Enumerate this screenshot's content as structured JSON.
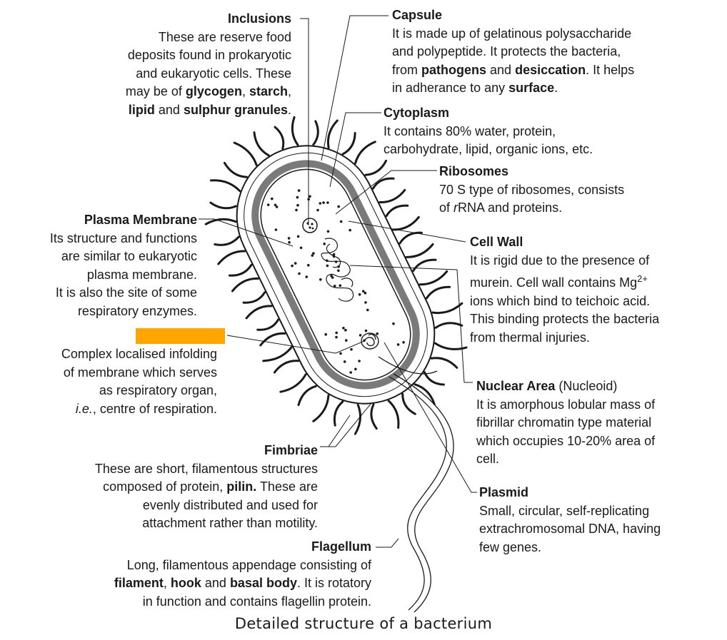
{
  "caption": "Detailed structure of a bacterium",
  "colors": {
    "hidden_label_box": "#FFA500",
    "ink": "#1a1a1a",
    "cell_wall": "#7a7a7a"
  },
  "labels": {
    "inclusions": {
      "title": "Inclusions",
      "line1": "These are reserve food",
      "line2": "deposits found in prokaryotic",
      "line3": "and eukaryotic cells. These",
      "line4_a": "may be of ",
      "line4_b1": "glycogen",
      "line4_c": ", ",
      "line4_b2": "starch",
      "line4_d": ",",
      "line5_b1": "lipid",
      "line5_a": " and ",
      "line5_b2": "sulphur granules",
      "line5_c": "."
    },
    "capsule": {
      "title": "Capsule",
      "line1": "It is made up of gelatinous polysaccharide",
      "line2": "and polypeptide. It protects the bacteria,",
      "line3_a": "from ",
      "line3_b1": "pathogens",
      "line3_c": " and ",
      "line3_b2": "desiccation",
      "line3_d": ". It helps",
      "line4_a": "in adherance to any ",
      "line4_b": "surface",
      "line4_c": "."
    },
    "cytoplasm": {
      "title": "Cytoplasm",
      "line1": "It contains 80% water, protein,",
      "line2": "carbohydrate, lipid, organic ions, etc."
    },
    "ribosomes": {
      "title": "Ribosomes",
      "line1": "70 S type of ribosomes, consists",
      "line2_a": "of ",
      "line2_i": "r",
      "line2_b": "RNA and proteins."
    },
    "plasma_membrane": {
      "title": "Plasma Membrane",
      "line1": "Its structure and functions",
      "line2": "are similar to eukaryotic",
      "line3": "plasma membrane.",
      "line4": "It is also the site of some",
      "line5": "respiratory enzymes."
    },
    "cell_wall": {
      "title": "Cell Wall",
      "line1": "It is rigid due to the  presence of",
      "line2_a": "murein. Cell wall contains Mg",
      "line2_sup": "2+",
      "line3": "ions which bind to teichoic acid.",
      "line4": "This binding protects the bacteria",
      "line5": "from thermal injuries."
    },
    "mesosome": {
      "line1": "Complex localised infolding",
      "line2": "of membrane which serves",
      "line3": "as respiratory organ,",
      "line4_i": "i.e.",
      "line4_b": ", centre of respiration."
    },
    "nuclear_area": {
      "title": "Nuclear Area",
      "subtitle": " (Nucleoid)",
      "line1": "It is amorphous lobular mass of",
      "line2": "fibrillar chromatin type material",
      "line3": "which occupies 10-20% area of",
      "line4": "cell."
    },
    "fimbriae": {
      "title": "Fimbriae",
      "line1": "These are short, filamentous structures",
      "line2_a": "composed of protein, ",
      "line2_b": "pilin.",
      "line2_c": " These are",
      "line3": "evenly distributed and used for",
      "line4": "attachment rather than motility."
    },
    "plasmid": {
      "title": "Plasmid",
      "line1": "Small, circular, self-replicating",
      "line2": "extrachromosomal DNA, having",
      "line3": "few genes."
    },
    "flagellum": {
      "title": "Flagellum",
      "line1": "Long, filamentous appendage consisting of",
      "line2_b1": "filament",
      "line2_a": ", ",
      "line2_b2": "hook",
      "line2_c": " and ",
      "line2_b3": "basal body",
      "line2_d": ". It is rotatory",
      "line3": "in function and contains flagellin protein."
    }
  }
}
